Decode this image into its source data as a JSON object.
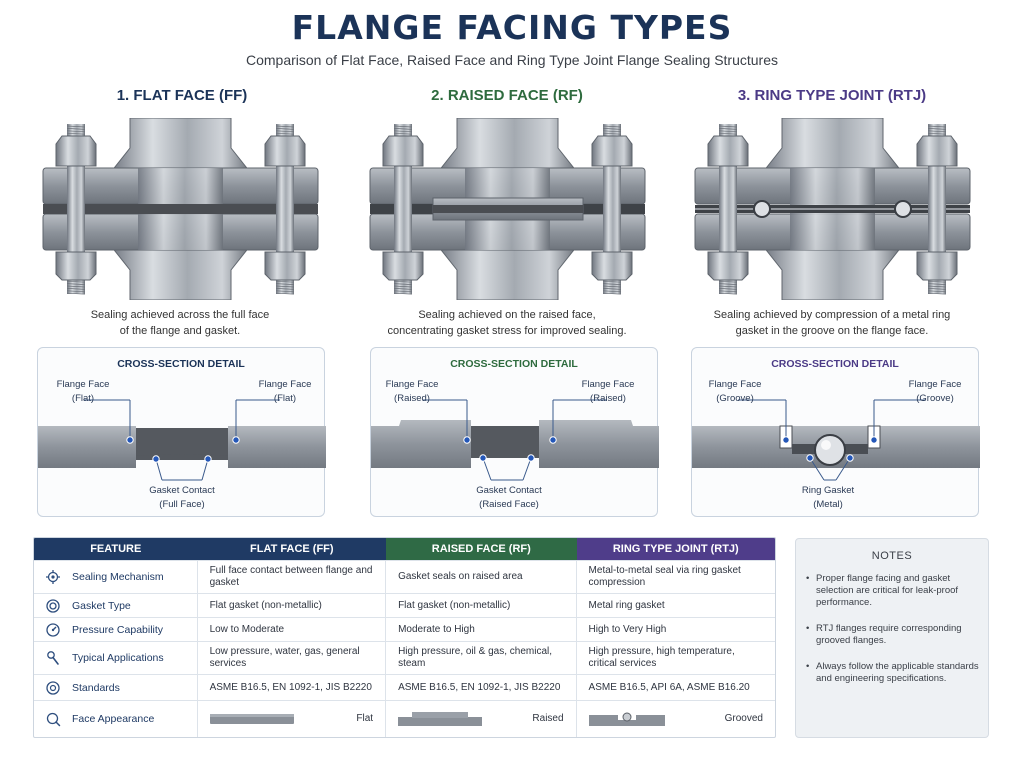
{
  "header": {
    "title": "FLANGE FACING TYPES",
    "subtitle": "Comparison of Flat Face, Raised Face and Ring Type Joint Flange Sealing Structures"
  },
  "columns": [
    {
      "heading": "1. FLAT FACE (FF)",
      "caption_line1": "Sealing achieved across the full face",
      "caption_line2": "of the flange and gasket.",
      "xsection": {
        "title": "CROSS-SECTION DETAIL",
        "left_label_1": "Flange Face",
        "left_label_2": "(Flat)",
        "right_label_1": "Flange Face",
        "right_label_2": "(Flat)",
        "bottom_label_1": "Gasket Contact",
        "bottom_label_2": "(Full Face)"
      }
    },
    {
      "heading": "2. RAISED FACE (RF)",
      "caption_line1": "Sealing achieved on the raised face,",
      "caption_line2": "concentrating gasket stress for improved sealing.",
      "xsection": {
        "title": "CROSS-SECTION DETAIL",
        "left_label_1": "Flange Face",
        "left_label_2": "(Raised)",
        "right_label_1": "Flange Face",
        "right_label_2": "(Raised)",
        "bottom_label_1": "Gasket Contact",
        "bottom_label_2": "(Raised Face)"
      }
    },
    {
      "heading": "3. RING TYPE JOINT (RTJ)",
      "caption_line1": "Sealing achieved by compression of a metal ring",
      "caption_line2": "gasket in the groove on the flange face.",
      "xsection": {
        "title": "CROSS-SECTION DETAIL",
        "left_label_1": "Flange Face",
        "left_label_2": "(Groove)",
        "right_label_1": "Flange Face",
        "right_label_2": "(Groove)",
        "bottom_label_1": "Ring Gasket",
        "bottom_label_2": "(Metal)"
      }
    }
  ],
  "table": {
    "headers": [
      "FEATURE",
      "FLAT FACE (FF)",
      "RAISED FACE (RF)",
      "RING TYPE JOINT (RTJ)"
    ],
    "header_colors": [
      "#1f3a64",
      "#1f3a64",
      "#2f6a45",
      "#4f3d8a"
    ],
    "rows": [
      {
        "icon": "gear-icon",
        "feature": "Sealing Mechanism",
        "ff": "Full face contact between flange and gasket",
        "rf": "Gasket seals on raised area",
        "rtj": "Metal-to-metal seal via ring gasket compression"
      },
      {
        "icon": "ring-icon",
        "feature": "Gasket Type",
        "ff": "Flat gasket (non-metallic)",
        "rf": "Flat gasket (non-metallic)",
        "rtj": "Metal ring gasket"
      },
      {
        "icon": "gauge-icon",
        "feature": "Pressure Capability",
        "ff": "Low to Moderate",
        "rf": "Moderate to High",
        "rtj": "High to Very High"
      },
      {
        "icon": "wrench-icon",
        "feature": "Typical Applications",
        "ff": "Low pressure, water, gas, general services",
        "rf": "High pressure, oil & gas, chemical, steam",
        "rtj": "High pressure, high temperature, critical services"
      },
      {
        "icon": "standard-icon",
        "feature": "Standards",
        "ff": "ASME B16.5, EN 1092-1, JIS B2220",
        "rf": "ASME B16.5, EN 1092-1, JIS B2220",
        "rtj": "ASME B16.5, API 6A, ASME B16.20"
      },
      {
        "icon": "eye-icon",
        "feature": "Face Appearance",
        "ff": "Flat",
        "rf": "Raised",
        "rtj": "Grooved"
      }
    ]
  },
  "notes": {
    "title": "NOTES",
    "items": [
      "Proper flange facing and gasket selection are critical for leak-proof performance.",
      "RTJ flanges require corresponding grooved flanges.",
      "Always follow the applicable standards and engineering specifications."
    ]
  },
  "colors": {
    "navy": "#1b3358",
    "green": "#2e6b3e",
    "purple": "#4b3a86",
    "steel": "#8d939b",
    "gasket": "#4a4d52",
    "accent_blue": "#2457b8"
  }
}
